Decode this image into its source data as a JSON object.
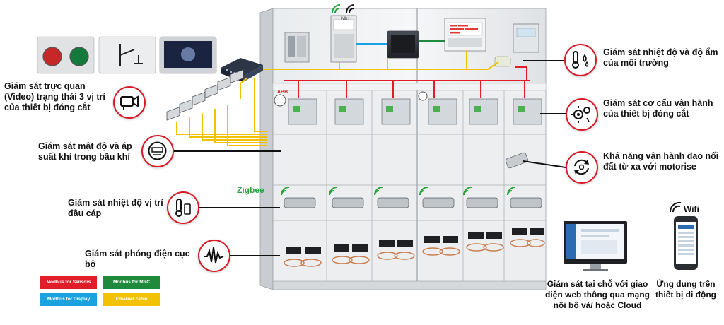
{
  "labels": {
    "video": "Giám sát trực quan (Video) trạng thái 3 vị trí của thiết bị đóng cắt",
    "gas": "Giám sát mật độ và áp suất khí trong bầu khí",
    "cable_temp": "Giám sát nhiệt độ vị trí đầu cáp",
    "partial_discharge": "Giám sát phóng điện cục bộ",
    "env": "Giám sát nhiệt độ và độ ẩm của môi trường",
    "mechanism": "Giám sát cơ cấu vận hành của thiết bị đóng cắt",
    "earthing": "Khả năng vận hành dao nối đất từ xa với motorise",
    "web": "Giám sát tại chỗ với giao diện web thông qua mạng nội bộ và/ hoặc Cloud",
    "mobile": "Ứng dụng trên thiết bị di động",
    "zigbee": "Zigbee",
    "wifi": "Wifi",
    "panel_small": "Mb:",
    "abb": "ABB"
  },
  "legend": [
    {
      "label": "Modbus for Sensors",
      "color": "#e11d2a"
    },
    {
      "label": "Modbus for MRC",
      "color": "#1f8a3b"
    },
    {
      "label": "Modbus for Display",
      "color": "#1aa3e0"
    },
    {
      "label": "Ethernet cable",
      "color": "#f2c200"
    }
  ],
  "icons": {
    "video": "video-camera-icon",
    "gas": "gas-meter-icon",
    "cable_temp": "thermometer-sensor-icon",
    "partial_discharge": "waveform-icon",
    "env": "temperature-humidity-icon",
    "mechanism": "gears-icon",
    "earthing": "rotate-arrows-icon"
  },
  "colors": {
    "accent": "#d81b27",
    "ethernet": "#f2c200",
    "sensor_bus": "#e11d2a",
    "display_bus": "#1aa3e0"
  }
}
